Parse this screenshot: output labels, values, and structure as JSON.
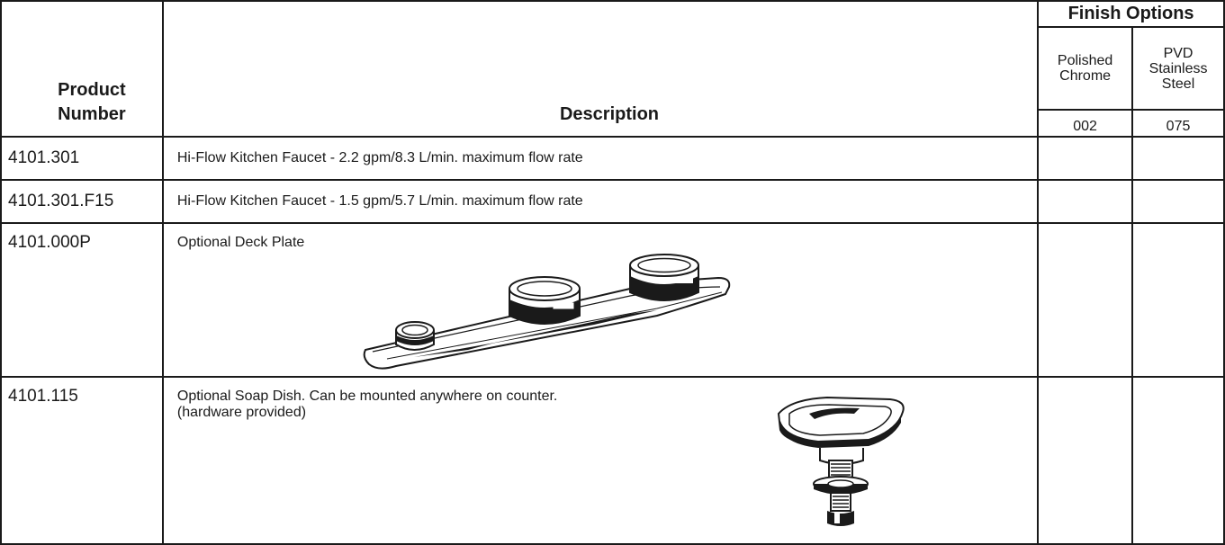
{
  "header": {
    "product_number_line1": "Product",
    "product_number_line2": "Number",
    "description": "Description",
    "finish_options": "Finish Options",
    "finishes": [
      {
        "name_line1": "Polished",
        "name_line2": "Chrome",
        "name_line3": "",
        "code": "002"
      },
      {
        "name_line1": "PVD",
        "name_line2": "Stainless",
        "name_line3": "Steel",
        "code": "075"
      }
    ]
  },
  "rows": [
    {
      "product_number": "4101.301",
      "description_line1": "Hi-Flow Kitchen Faucet - 2.2 gpm/8.3 L/min. maximum flow rate",
      "description_line2": ""
    },
    {
      "product_number": "4101.301.F15",
      "description_line1": "Hi-Flow Kitchen Faucet - 1.5 gpm/5.7 L/min. maximum flow rate",
      "description_line2": ""
    },
    {
      "product_number": "4101.000P",
      "description_line1": "Optional Deck Plate",
      "description_line2": ""
    },
    {
      "product_number": "4101.115",
      "description_line1": "Optional Soap Dish. Can be mounted anywhere on counter.",
      "description_line2": "(hardware provided)"
    }
  ]
}
